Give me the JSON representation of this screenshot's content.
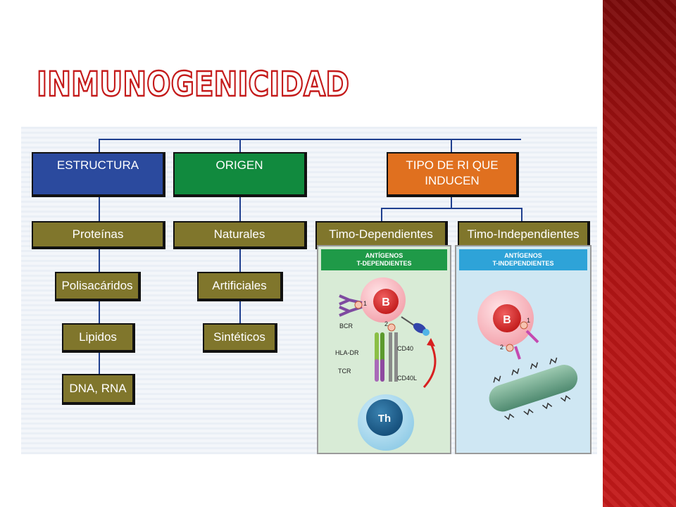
{
  "slide": {
    "title": "INMUNOGENICIDAD"
  },
  "diagram": {
    "categories": [
      {
        "label": "ESTRUCTURA",
        "color": "#2b4a9e"
      },
      {
        "label": "ORIGEN",
        "color": "#118a3e"
      },
      {
        "label": "TIPO DE RI QUE INDUCEN",
        "color": "#e0701f"
      }
    ],
    "estructura_items": [
      "Proteínas",
      "Polisacáridos",
      "Lipidos",
      "DNA, RNA"
    ],
    "origen_items": [
      "Naturales",
      "Artificiales",
      "Sintéticos"
    ],
    "tipo_items": [
      "Timo-Dependientes",
      "Timo-Independientes"
    ],
    "panel_td": {
      "header_line1": "ANTÍGENOS",
      "header_line2": "T-DEPENDIENTES",
      "cell_b": "B",
      "cell_th": "Th",
      "labels": [
        "BCR",
        "HLA-DR",
        "TCR",
        "CD40",
        "CD40L",
        "1",
        "2"
      ]
    },
    "panel_ti": {
      "header_line1": "ANTÍGENOS",
      "header_line2": "T-INDEPENDIENTES",
      "cell_b": "B",
      "labels": [
        "1",
        "2"
      ]
    }
  }
}
